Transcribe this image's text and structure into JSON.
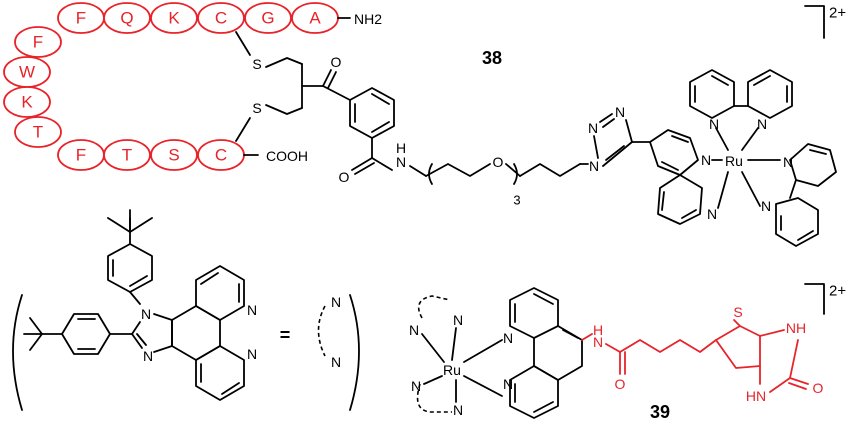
{
  "peptide": {
    "top": [
      "F",
      "Q",
      "K",
      "C",
      "G",
      "A"
    ],
    "left": [
      "F",
      "W",
      "K",
      "T"
    ],
    "bottom": [
      "F",
      "T",
      "S",
      "C"
    ],
    "nterm": "NH2",
    "cterm": "COOH"
  },
  "labels": {
    "c38": "38",
    "c39": "39",
    "charge": "2+",
    "repeat": "3",
    "equals": "="
  },
  "atoms": {
    "S": "S",
    "O": "O",
    "N": "N",
    "H": "H",
    "Ru": "Ru",
    "NH": "NH",
    "HN": "HN"
  },
  "colors": {
    "peptide": "#e8232a",
    "structure": "#000000",
    "background": "#ffffff"
  }
}
